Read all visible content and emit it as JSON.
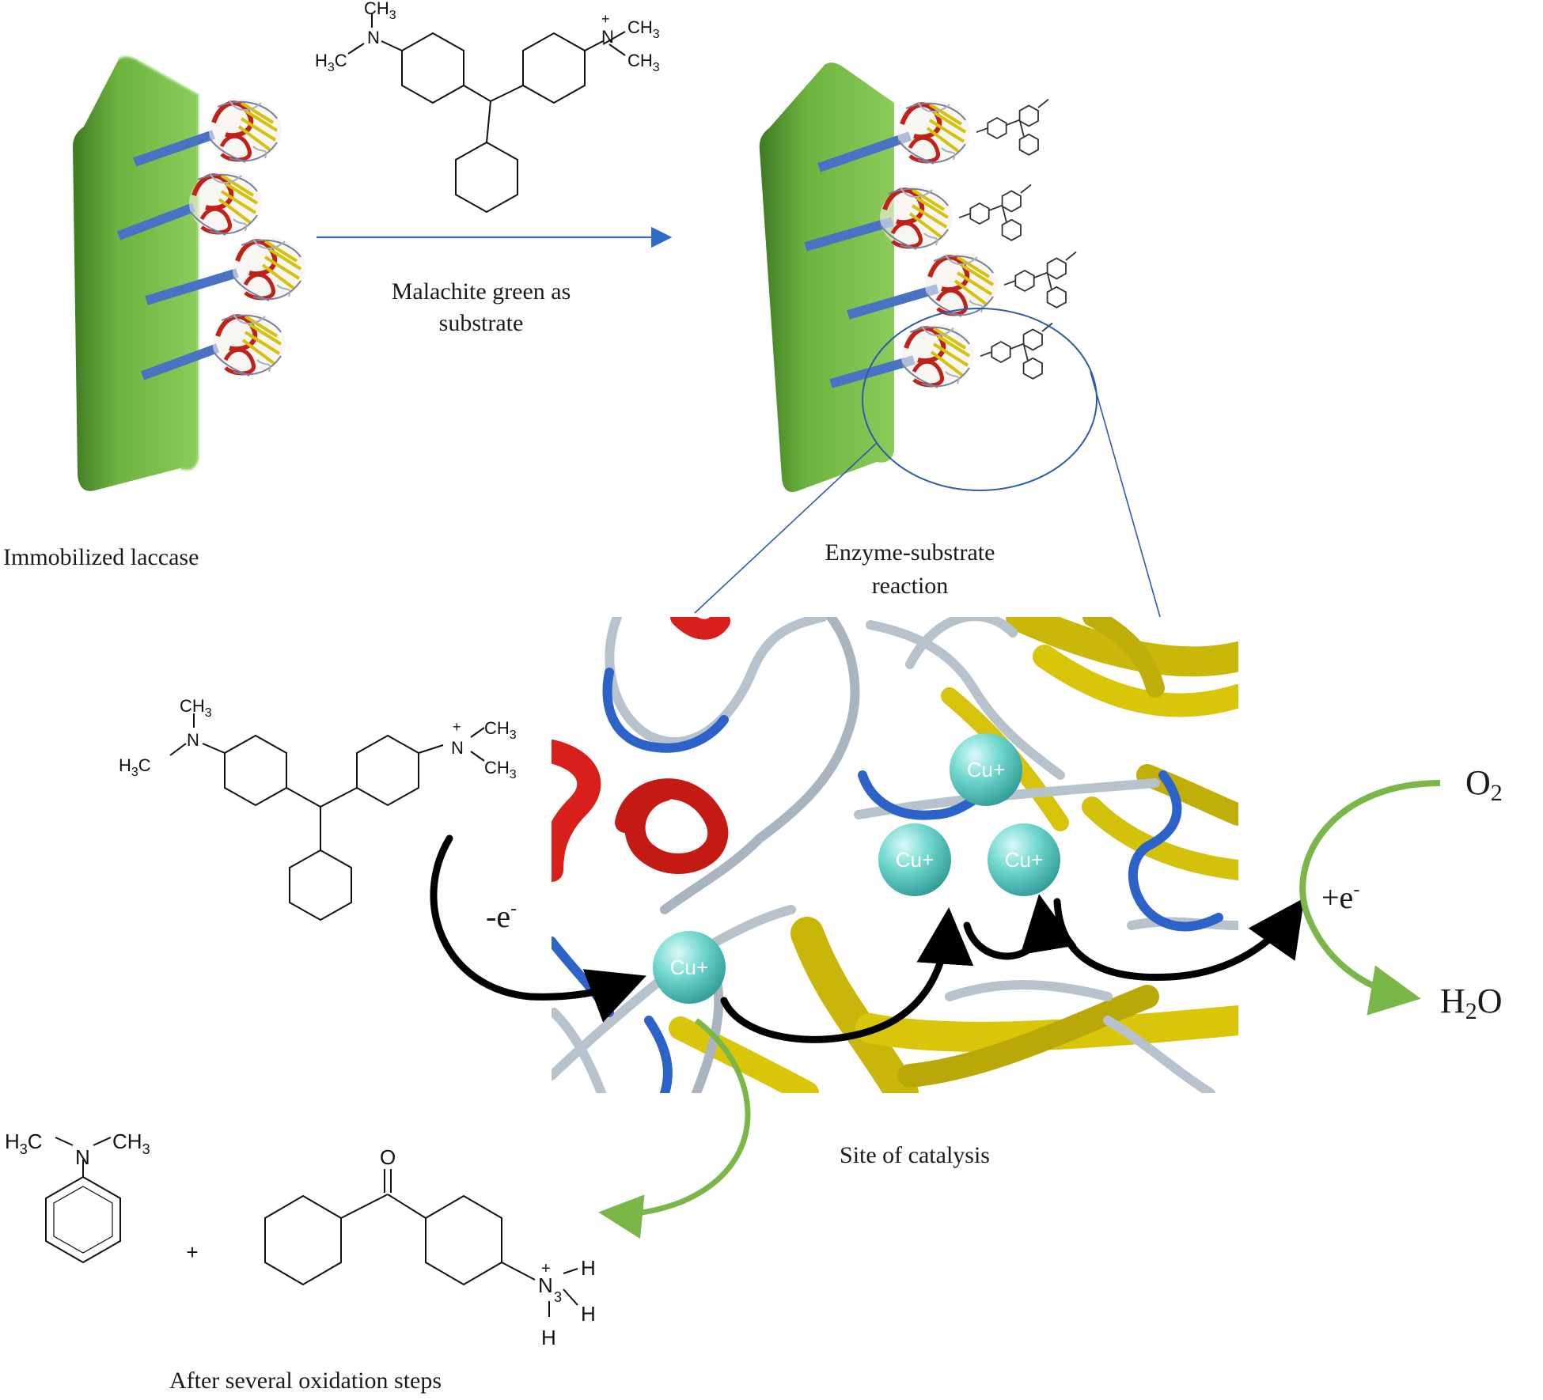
{
  "labels": {
    "immobilized_laccase": "Immobilized laccase",
    "arrow_label_line1": "Malachite green as",
    "arrow_label_line2": "substrate",
    "reaction_line1": "Enzyme-substrate",
    "reaction_line2": "reaction",
    "site_of_catalysis": "Site of catalysis",
    "after_oxidation": "After several oxidation steps",
    "minus_e": "-e",
    "plus_e": "+e",
    "electron_superscript": "-",
    "oxygen": "O",
    "oxygen_subscript": "2",
    "water_h": "H",
    "water_subscript": "2",
    "water_o": "O",
    "plus_sign": "+",
    "copper_ion": "Cu+"
  },
  "chem": {
    "ch3": "CH",
    "h3c": "H",
    "three": "3",
    "c": "C",
    "n": "N",
    "o": "O",
    "h": "H",
    "charge_plus": "+"
  },
  "colors": {
    "support_green": "#6db33f",
    "support_dark": "#3f7a22",
    "linker_blue": "#4a72c4",
    "arrow_blue": "#2f6bc9",
    "copper_teal": "#6fd3cc",
    "helix_red": "#d8201a",
    "sheet_yellow": "#d9c60a",
    "coil_gray": "#b8c2cc",
    "coil_blue": "#2d63c9",
    "product_arrow_green": "#7ab648"
  }
}
